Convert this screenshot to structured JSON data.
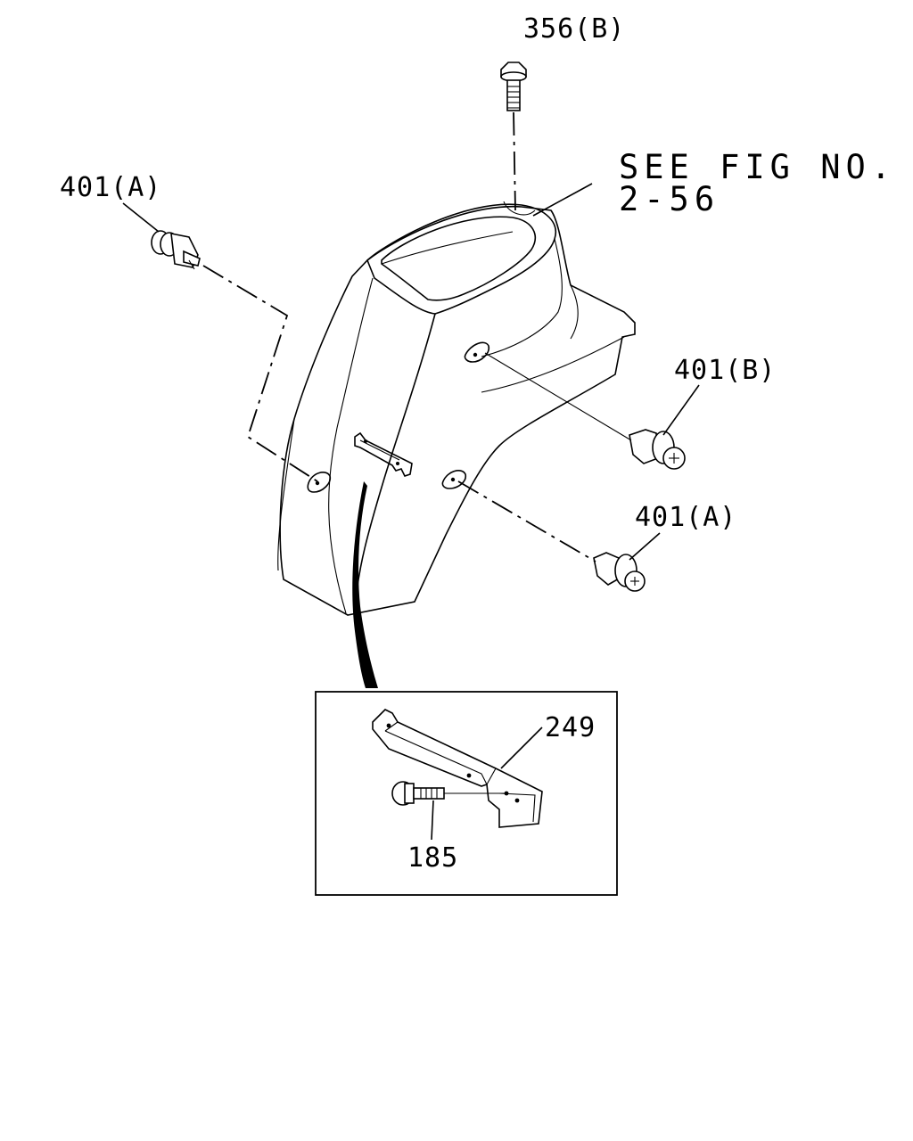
{
  "callouts": {
    "bolt_top": "356(B)",
    "clip_left": "401(A)",
    "clip_right_upper": "401(B)",
    "clip_right_lower": "401(A)",
    "see_fig_line1": "SEE FIG NO.",
    "see_fig_line2": "2-56",
    "bracket": "249",
    "screw": "185"
  },
  "icons": {
    "console_housing": "console-housing-drawing",
    "bolt": "flange-bolt-drawing",
    "clip": "push-clip-drawing",
    "bracket": "bracket-drawing",
    "screw": "screw-drawing"
  },
  "colors": {
    "ink": "#000000",
    "paper": "#ffffff"
  }
}
